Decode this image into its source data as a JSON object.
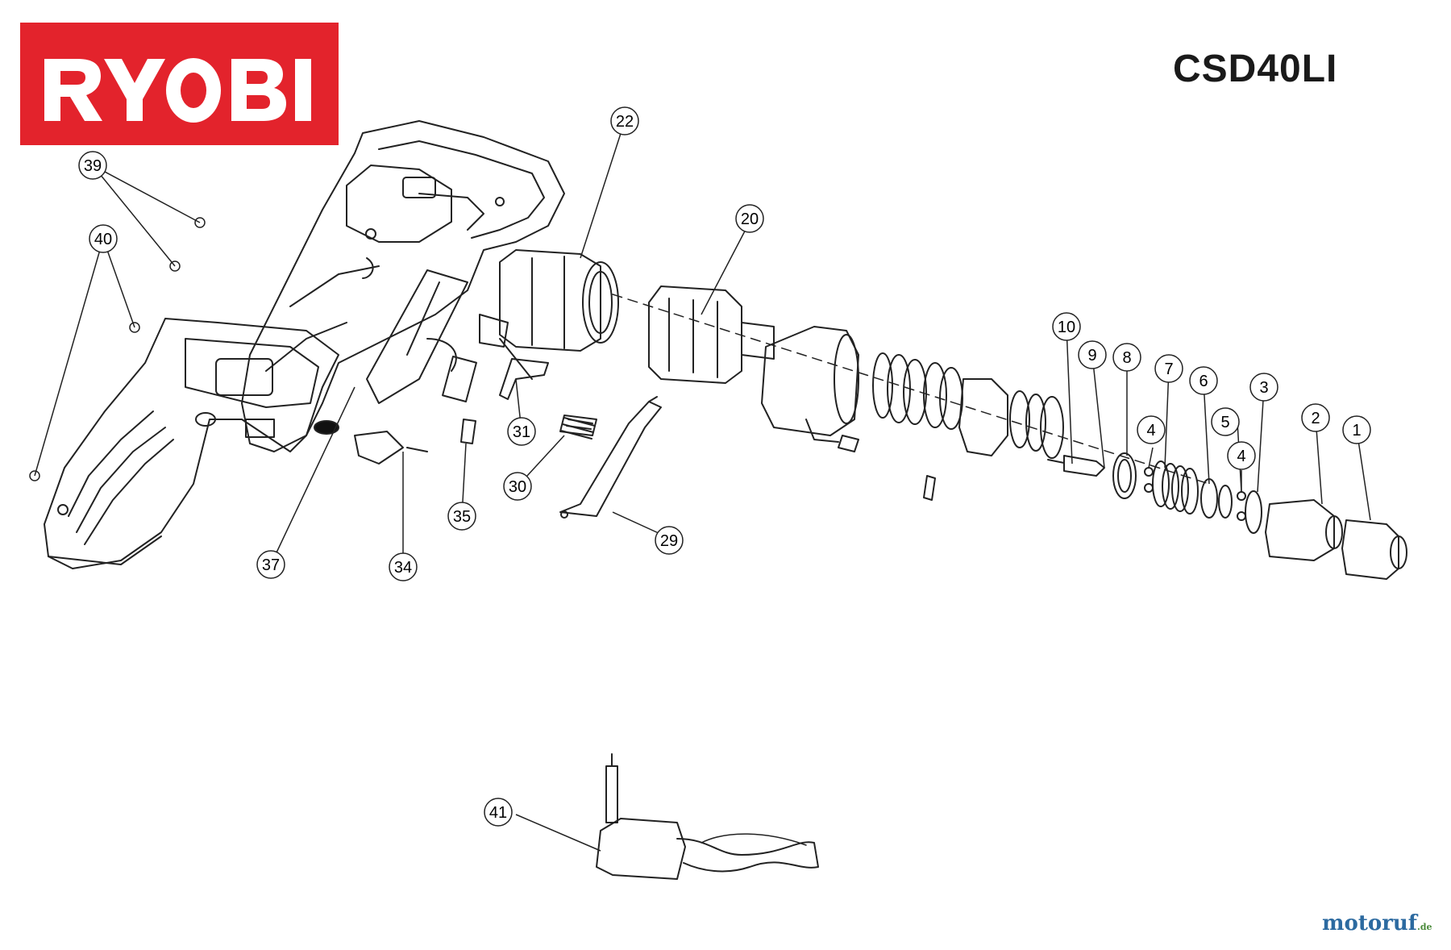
{
  "brand": {
    "logo_text": "RYOBI",
    "logo_color": "#e3232c"
  },
  "model": "CSD40LI",
  "watermark": {
    "name": "motoruf",
    "domain": ".de"
  },
  "diagram": {
    "type": "exploded-parts-view",
    "callouts": [
      "1",
      "2",
      "3",
      "4",
      "4",
      "5",
      "6",
      "7",
      "8",
      "9",
      "10",
      "20",
      "22",
      "29",
      "30",
      "31",
      "34",
      "35",
      "37",
      "39",
      "40",
      "41"
    ]
  }
}
